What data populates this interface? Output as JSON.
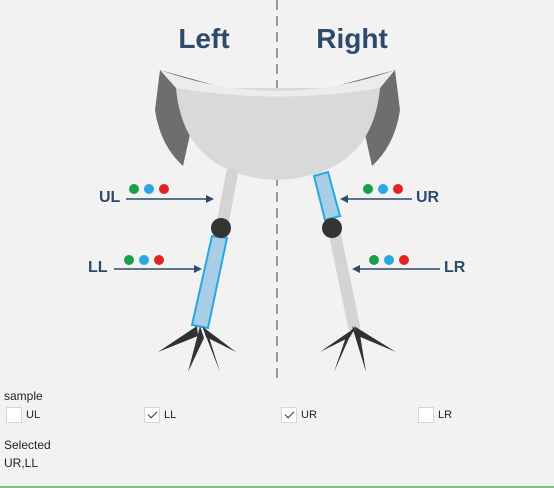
{
  "diagram": {
    "side_left": "Left",
    "side_right": "Right",
    "parts": {
      "UL": "UL",
      "LL": "LL",
      "UR": "UR",
      "LR": "LR"
    },
    "dot_colors": [
      "#1a9e4a",
      "#29a8e0",
      "#e02424"
    ],
    "highlight_color": "#29a8e0",
    "selected_parts": [
      "LL",
      "UR"
    ]
  },
  "panel": {
    "sample_label": "sample",
    "options": [
      {
        "label": "UL",
        "checked": false
      },
      {
        "label": "LL",
        "checked": true
      },
      {
        "label": "UR",
        "checked": true
      },
      {
        "label": "LR",
        "checked": false
      }
    ],
    "selected_label": "Selected",
    "selected_value": "UR,LL"
  }
}
